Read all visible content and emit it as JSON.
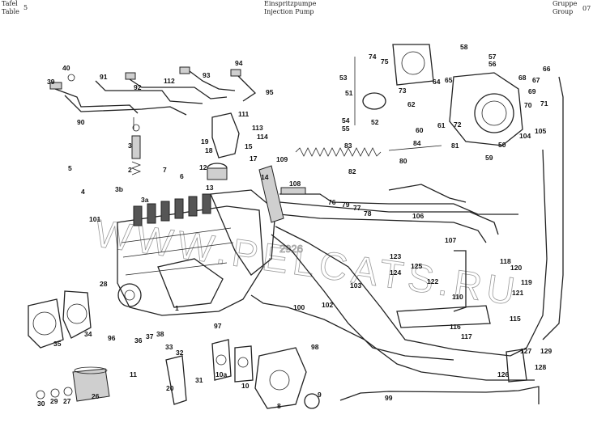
{
  "header": {
    "tafel": "Tafel",
    "table": "Table",
    "table_number": "5",
    "title_de": "Einspritzpumpe",
    "title_en": "Injection Pump",
    "gruppe": "Gruppe",
    "group": "Group",
    "group_number": "07"
  },
  "watermark": {
    "site": "WWW.PELCATS.RU",
    "code": "2926"
  },
  "callouts": [
    "1",
    "2",
    "3",
    "3a",
    "3b",
    "4",
    "5",
    "6",
    "7",
    "8",
    "9",
    "10",
    "10a",
    "11",
    "12",
    "13",
    "14",
    "15",
    "17",
    "18",
    "19",
    "20",
    "26",
    "27",
    "28",
    "29",
    "30",
    "31",
    "32",
    "33",
    "34",
    "35",
    "36",
    "37",
    "38",
    "39",
    "40",
    "50",
    "51",
    "52",
    "53",
    "54",
    "55",
    "56",
    "57",
    "58",
    "59",
    "60",
    "61",
    "62",
    "64",
    "65",
    "66",
    "67",
    "68",
    "69",
    "70",
    "71",
    "72",
    "73",
    "74",
    "75",
    "76",
    "77",
    "78",
    "79",
    "80",
    "81",
    "82",
    "83",
    "84",
    "90",
    "91",
    "92",
    "93",
    "94",
    "95",
    "96",
    "97",
    "98",
    "99",
    "100",
    "101",
    "102",
    "103",
    "104",
    "105",
    "106",
    "107",
    "108",
    "109",
    "110",
    "111",
    "112",
    "113",
    "114",
    "115",
    "116",
    "117",
    "118",
    "119",
    "120",
    "121",
    "122",
    "123",
    "124",
    "125",
    "126",
    "127",
    "128",
    "129"
  ]
}
